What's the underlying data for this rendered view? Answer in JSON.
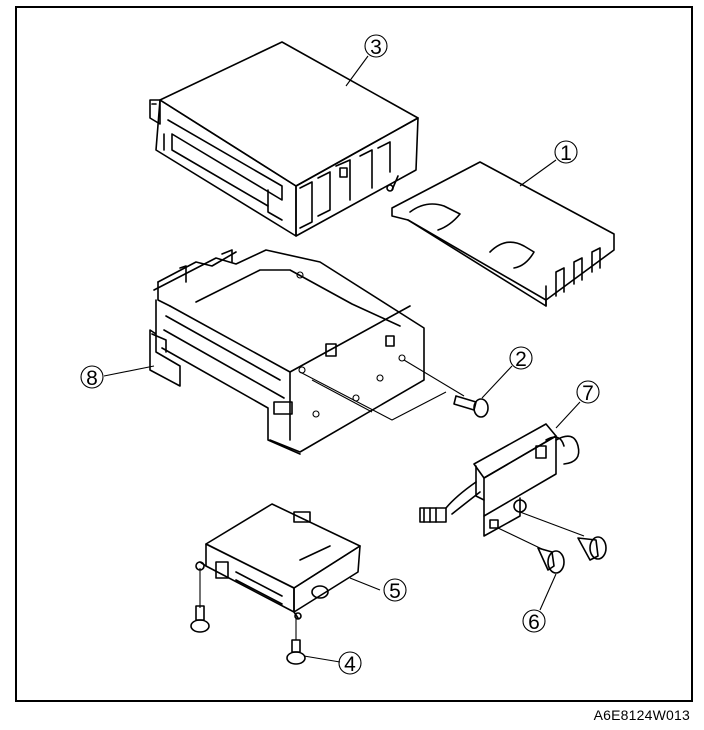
{
  "figure_code": "A6E8124W013",
  "callouts": [
    {
      "id": "callout-1",
      "label": "1"
    },
    {
      "id": "callout-2",
      "label": "2"
    },
    {
      "id": "callout-3",
      "label": "3"
    },
    {
      "id": "callout-4",
      "label": "4"
    },
    {
      "id": "callout-5",
      "label": "5"
    },
    {
      "id": "callout-6",
      "label": "6"
    },
    {
      "id": "callout-7",
      "label": "7"
    },
    {
      "id": "callout-8",
      "label": "8"
    }
  ]
}
